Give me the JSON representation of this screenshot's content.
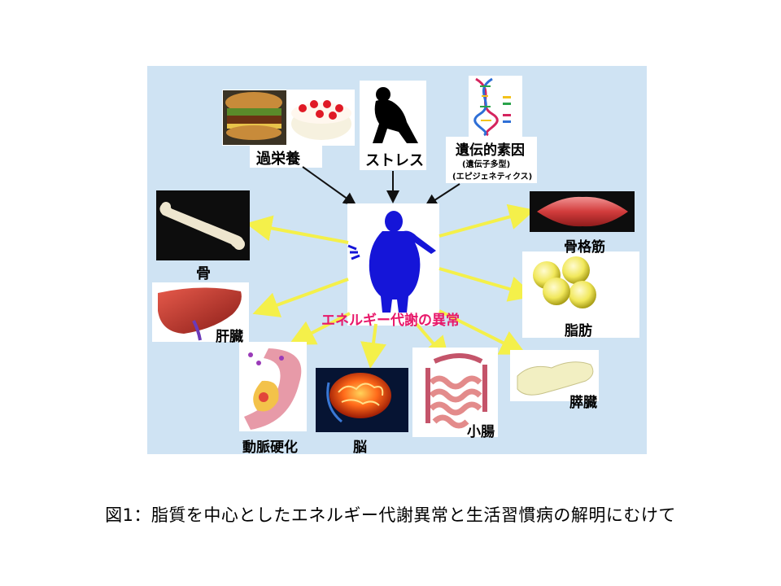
{
  "causes": {
    "overnutrition": "過栄養",
    "stress": "ストレス",
    "genetic": "遺伝的素因",
    "genetic_sub1": "(遺伝子多型)",
    "genetic_sub2": "(エピジェネティクス)"
  },
  "center": {
    "label": "エネルギー代謝の異常",
    "label_color": "#e8186a",
    "figure_color": "#1515d8"
  },
  "organs": {
    "bone": "骨",
    "liver": "肝臓",
    "atherosclerosis": "動脈硬化",
    "brain": "脳",
    "small_intestine": "小腸",
    "pancreas": "膵臓",
    "fat": "脂肪",
    "skeletal_muscle": "骨格筋"
  },
  "colors": {
    "panel_bg": "#cfe3f3",
    "arrow_yellow": "#f4f04a",
    "arrow_black": "#111111"
  },
  "caption": "図1：脂質を中心としたエネルギー代謝異常と生活習慣病の解明にむけて"
}
